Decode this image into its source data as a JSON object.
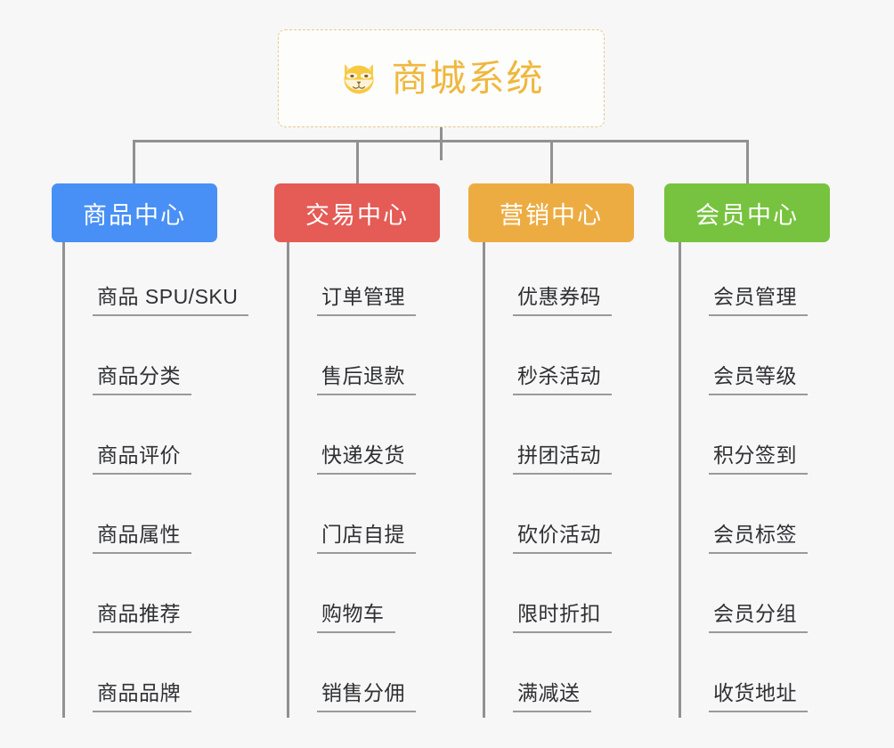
{
  "diagram": {
    "type": "mindmap-tree",
    "background_color": "#f7f7f7",
    "connector_color": "#919191",
    "root": {
      "icon": "shiba-dog-face-icon",
      "title": "商城系统",
      "text_color": "#efb73e",
      "border_color": "#e8c88c",
      "background_color": "#fdfdfb"
    },
    "branches": [
      {
        "label": "商品中心",
        "color": "#4890f5",
        "items": [
          "商品 SPU/SKU",
          "商品分类",
          "商品评价",
          "商品属性",
          "商品推荐",
          "商品品牌"
        ]
      },
      {
        "label": "交易中心",
        "color": "#e55b55",
        "items": [
          "订单管理",
          "售后退款",
          "快递发货",
          "门店自提",
          "购物车",
          "销售分佣"
        ]
      },
      {
        "label": "营销中心",
        "color": "#edac42",
        "items": [
          "优惠券码",
          "秒杀活动",
          "拼团活动",
          "砍价活动",
          "限时折扣",
          "满减送"
        ]
      },
      {
        "label": "会员中心",
        "color": "#77c33f",
        "items": [
          "会员管理",
          "会员等级",
          "积分签到",
          "会员标签",
          "会员分组",
          "收货地址"
        ]
      }
    ]
  }
}
